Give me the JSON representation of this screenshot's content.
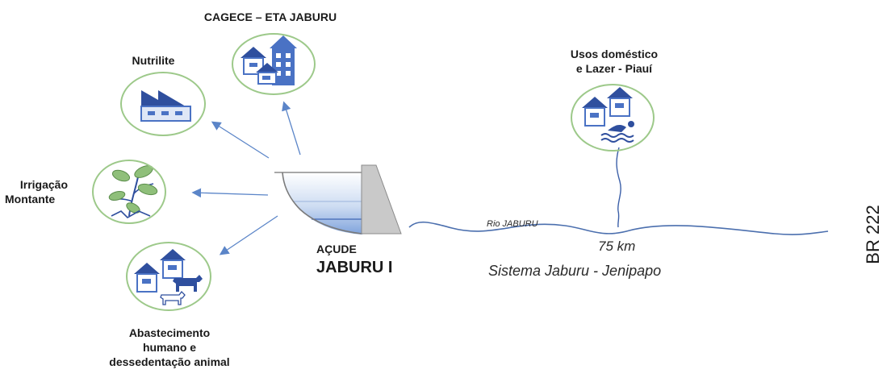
{
  "nodes": {
    "cagece": {
      "label": "CAGECE – ETA JABURU"
    },
    "nutrilite": {
      "label": "Nutrilite"
    },
    "irrigacao": {
      "line1": "Irrigação",
      "line2": "Montante"
    },
    "abastecimento": {
      "line1": "Abastecimento",
      "line2": "humano e",
      "line3": "dessedentação animal"
    },
    "usos": {
      "line1": "Usos doméstico",
      "line2": "e Lazer - Piauí"
    }
  },
  "reservoir": {
    "line1": "AÇUDE",
    "line2": "JABURU I"
  },
  "river": {
    "name": "Rio JABURU",
    "distance": "75 km",
    "system": "Sistema Jaburu - Jenipapo"
  },
  "road": {
    "label": "BR 222"
  },
  "colors": {
    "icon": "#4a72c4",
    "icon_dark": "#2f4f9e",
    "circle_border": "#9dc98a",
    "arrow": "#5b85c8",
    "plant": "#8fbf7a",
    "water": "#a9c4ea",
    "dam": "#c9c9c9"
  }
}
